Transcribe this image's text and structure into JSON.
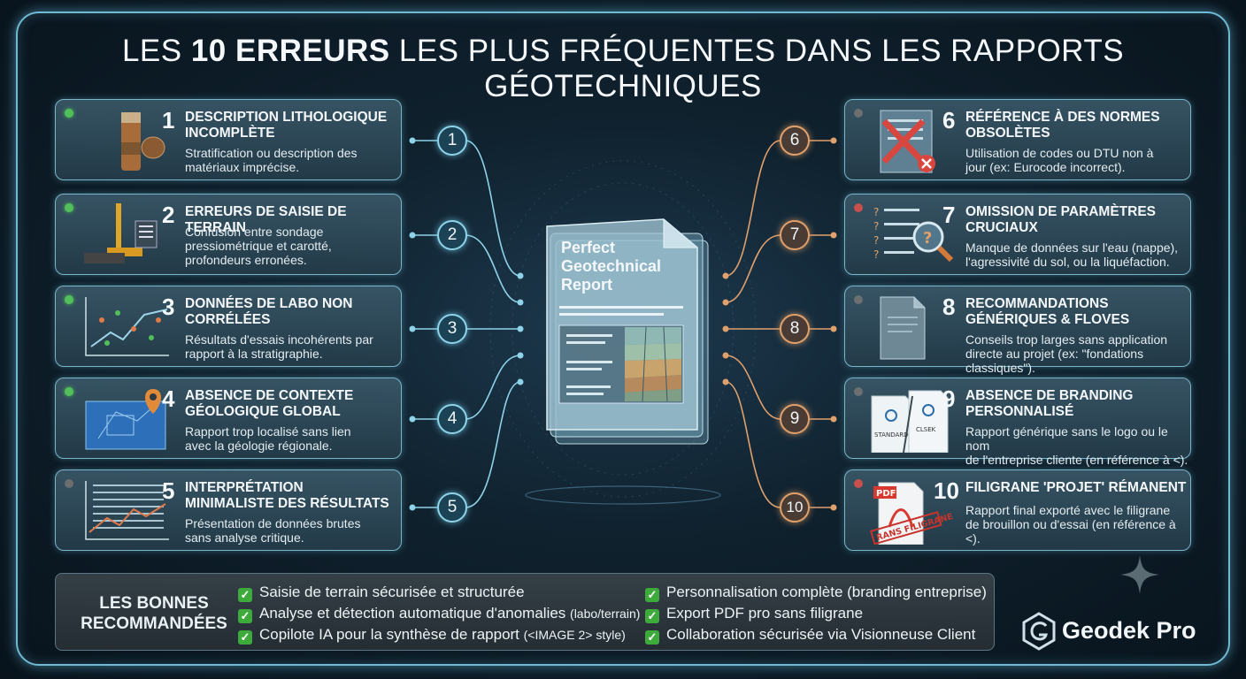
{
  "title": {
    "pre": "LES ",
    "bold": "10 ERREURS",
    "post": " LES PLUS FRÉQUENTES DANS LES RAPPORTS GÉOTECHNIQUES"
  },
  "document": {
    "title": "Perfect\nGeotechnical\nReport"
  },
  "errors_left": [
    {
      "number": "1",
      "title": "DESCRIPTION LITHOLOGIQUE\nINCOMPLÈTE",
      "description": "Stratification ou description des\nmatériaux imprécise.",
      "status_color": "#52c05a",
      "icon": "core-sample-icon"
    },
    {
      "number": "2",
      "title": "ERREURS DE SAISIE DE TERRAIN",
      "description": "Confusion entre sondage\npressiométrique et carotté,\nprofondeurs erronées.",
      "status_color": "#52c05a",
      "icon": "drilling-rig-icon"
    },
    {
      "number": "3",
      "title": "DONNÉES DE LABO NON\nCORRÉLÉES",
      "description": "Résultats d'essais incohérents par\nrapport à la stratigraphie.",
      "status_color": "#52c05a",
      "icon": "scatter-plot-icon"
    },
    {
      "number": "4",
      "title": "ABSENCE DE CONTEXTE\nGÉOLOGIQUE GLOBAL",
      "description": "Rapport trop localisé sans lien\navec la géologie régionale.",
      "status_color": "#52c05a",
      "icon": "map-pin-icon"
    },
    {
      "number": "5",
      "title": "INTERPRÉTATION\nMINIMALISTE DES RÉSULTATS",
      "description": "Présentation de données brutes\nsans analyse critique.",
      "status_color": "#6b6f70",
      "icon": "raw-data-chart-icon"
    }
  ],
  "errors_right": [
    {
      "number": "6",
      "title": "RÉFÉRENCE À DES NORMES\nOBSOLÈTES",
      "description": "Utilisation de codes ou DTU non à\njour (ex: Eurocode incorrect).",
      "status_color": "#6b6f70",
      "icon": "crossed-document-icon"
    },
    {
      "number": "7",
      "title": "OMISSION DE PARAMÈTRES\nCRUCIAUX",
      "description": "Manque de données sur l'eau (nappe),\nl'agressivité du sol, ou la liquéfaction.",
      "status_color": "#c9504a",
      "icon": "magnifier-question-icon"
    },
    {
      "number": "8",
      "title": "RECOMMANDATIONS\nGÉNÉRIQUES & FLOVES",
      "description": "Conseils trop larges sans application\ndirecte au projet (ex: \"fondations classiques\").",
      "status_color": "#6b6f70",
      "icon": "blank-document-icon"
    },
    {
      "number": "9",
      "title": "ABSENCE DE BRANDING\nPERSONNALISÉ",
      "description": "Rapport générique sans le logo ou le nom\nde l'entreprise cliente (en référence à <).",
      "status_color": "#6b6f70",
      "icon": "branding-documents-icon"
    },
    {
      "number": "10",
      "title": "FILIGRANE 'PROJET' RÉMANENT",
      "description": "Rapport final exporté avec le filigrane\nde brouillon ou d'essai (en référence à <).",
      "status_color": "#c9504a",
      "icon": "pdf-watermark-icon"
    }
  ],
  "stamps": {
    "pdf": "PDF",
    "watermark": "RANS FILIGRANE",
    "standard": "STANDARD",
    "client": "CLSEK"
  },
  "bottom": {
    "label": "LES BONNES\nRECOMMANDÉES",
    "items": [
      {
        "text": "Saisie de terrain sécurisée et structurée",
        "small": ""
      },
      {
        "text": "Analyse et détection automatique d'anomalies ",
        "small": "(labo/terrain)"
      },
      {
        "text": "Copilote IA pour la synthèse de rapport ",
        "small": "(<IMAGE 2> style)"
      },
      {
        "text": "Personnalisation complète (branding entreprise)",
        "small": ""
      },
      {
        "text": "Export PDF pro sans filigrane",
        "small": ""
      },
      {
        "text": "Collaboration sécurisée via Visionneuse Client",
        "small": ""
      }
    ]
  },
  "brand": {
    "name": "Geodek Pro"
  },
  "colors": {
    "left_accent": "#8ed3e8",
    "right_accent": "#e0a06c",
    "check": "#3faa3c",
    "frame": "#6fb9d2"
  }
}
